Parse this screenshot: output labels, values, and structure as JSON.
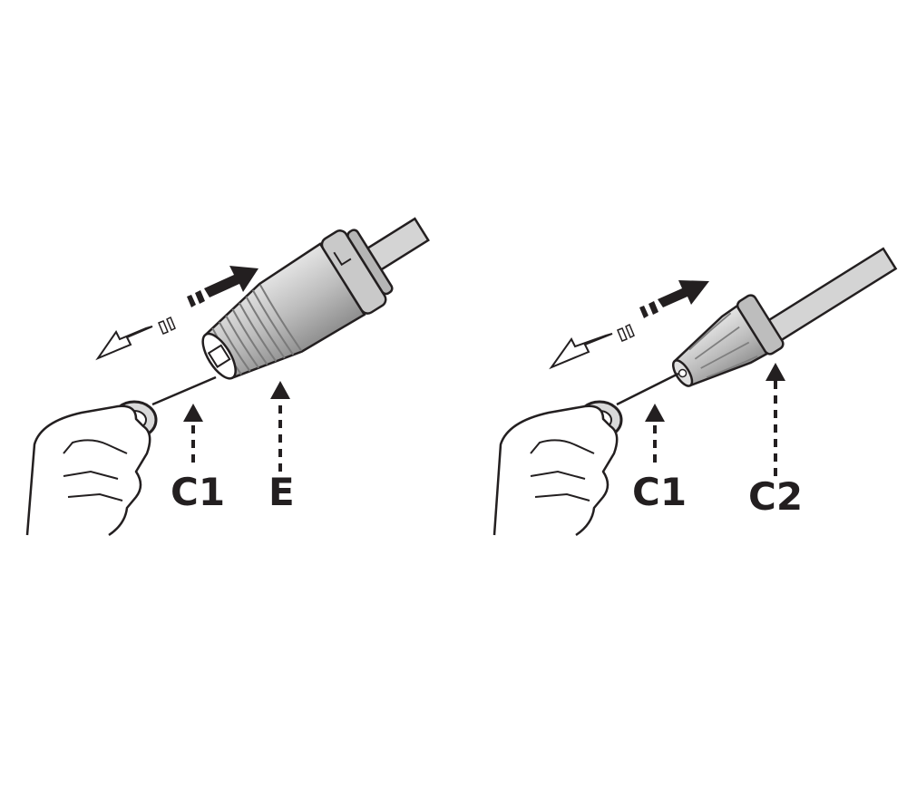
{
  "panels": [
    {
      "tool": "pressure-washer-lance",
      "callouts": [
        "C1",
        "E"
      ]
    },
    {
      "tool": "turbo-nozzle",
      "callouts": [
        "C1",
        "C2"
      ]
    }
  ],
  "colors": {
    "line": "#231f20",
    "nozzle_fill": "#c8c8c8",
    "nozzle_dark": "#9a9a9a",
    "hose_fill": "#d2d2d2",
    "arrow_dark": "#231f20"
  }
}
